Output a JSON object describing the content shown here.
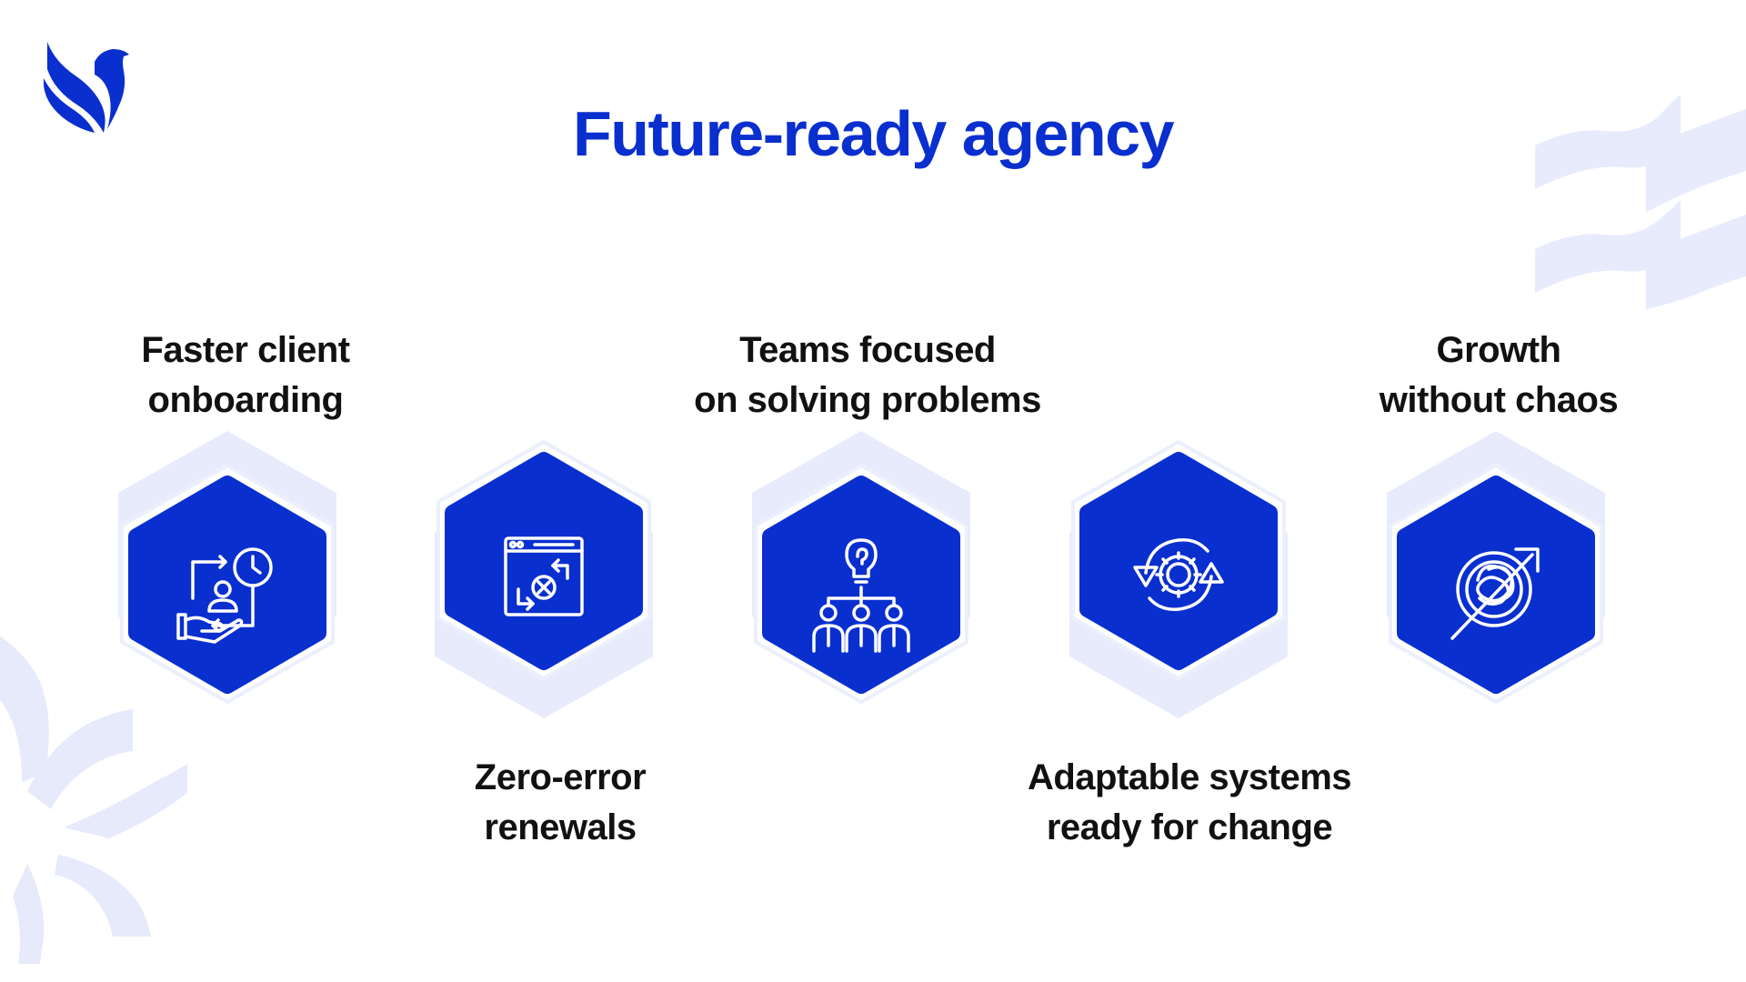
{
  "slide": {
    "title": "Future-ready agency"
  },
  "benefits": [
    {
      "line1": "Faster client",
      "line2": "onboarding",
      "icon": "client-onboarding-clock-icon"
    },
    {
      "line1": "Zero-error",
      "line2": "renewals",
      "icon": "renewal-window-error-icon"
    },
    {
      "line1": "Teams focused",
      "line2": "on solving problems",
      "icon": "team-idea-bulb-icon"
    },
    {
      "line1": "Adaptable systems",
      "line2": "ready for change",
      "icon": "gear-cycle-arrows-icon"
    },
    {
      "line1": "Growth",
      "line2": "without chaos",
      "icon": "tangle-growth-arrow-icon"
    }
  ],
  "colors": {
    "brand": "#0a2fcf",
    "accent_light": "#e5e9fc",
    "text": "#111111",
    "background": "#ffffff"
  }
}
